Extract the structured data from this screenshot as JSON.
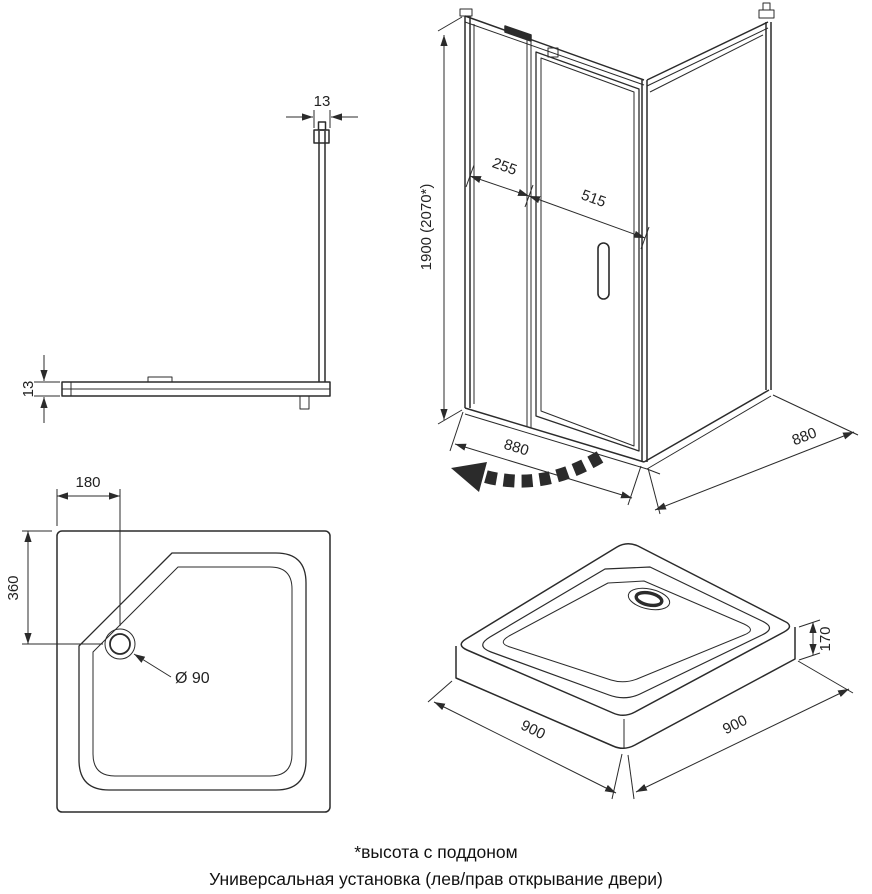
{
  "drawing": {
    "line_color": "#2b2b2b",
    "background": "#ffffff"
  },
  "profile_view": {
    "dim_width": "13",
    "dim_height": "13"
  },
  "enclosure_view": {
    "dim_height": "1900 (2070*)",
    "dim_fixed_panel": "255",
    "dim_door": "515",
    "dim_front_width": "880",
    "dim_side_depth": "880"
  },
  "tray_top_view": {
    "dim_drain_offset_x": "180",
    "dim_drain_offset_y": "360",
    "drain_diameter": "Ø 90"
  },
  "tray_iso_view": {
    "dim_height": "170",
    "dim_side_left": "900",
    "dim_side_right": "900"
  },
  "footnotes": {
    "height_note": "*высота с поддоном",
    "installation_note": "Универсальная установка (лев/прав открывание двери)"
  }
}
